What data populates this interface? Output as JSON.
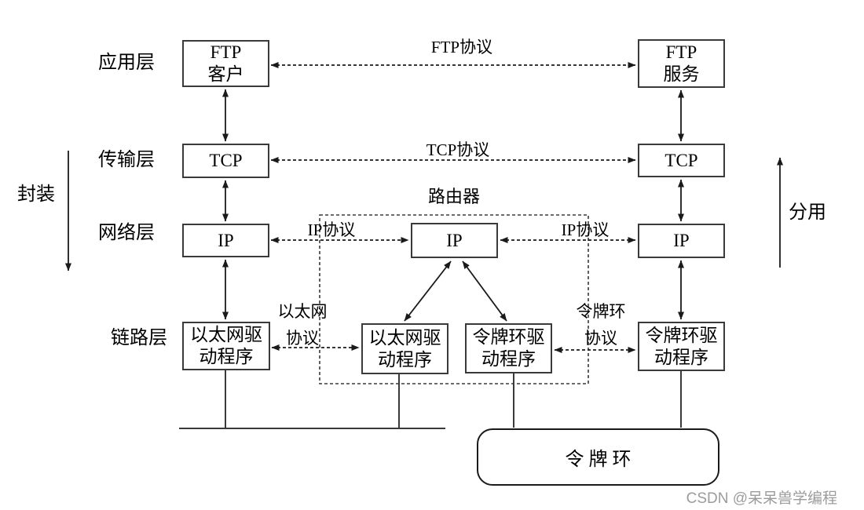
{
  "diagram": {
    "layer_labels": {
      "application": "应用层",
      "transport": "传输层",
      "network": "网络层",
      "link": "链路层"
    },
    "side": {
      "encapsulation": "封装",
      "demultiplex": "分用"
    },
    "left_host": {
      "app": "FTP\n客户",
      "tcp": "TCP",
      "ip": "IP",
      "driver": "以太网驱\n动程序"
    },
    "right_host": {
      "app": "FTP\n服务",
      "tcp": "TCP",
      "ip": "IP",
      "driver": "令牌环驱\n动程序"
    },
    "router": {
      "title": "路由器",
      "ip": "IP",
      "eth_driver": "以太网驱\n动程序",
      "tr_driver": "令牌环驱\n动程序"
    },
    "protocol_labels": {
      "ftp": "FTP协议",
      "tcp": "TCP协议",
      "ip_left": "IP协议",
      "ip_right": "IP协议",
      "ethernet": "以太网\n协议",
      "token_ring": "令牌环\n协议"
    },
    "token_ring_network": "令 牌 环",
    "watermark": "CSDN @呆呆兽学编程",
    "colors": {
      "line": "#3a3a3a",
      "arrowhead": "#1a1a1a",
      "text": "#000000",
      "watermark": "#9c9c9c",
      "background": "#ffffff"
    }
  }
}
